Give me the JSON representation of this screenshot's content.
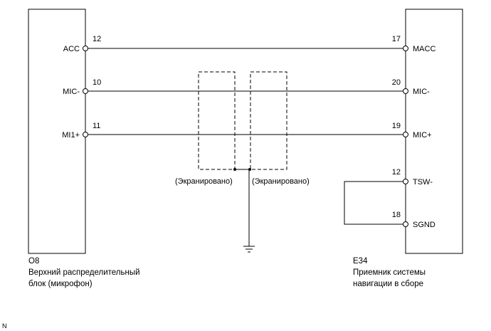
{
  "left_component": {
    "code": "O8",
    "name_line1": "Верхний распределительный",
    "name_line2": "блок (микрофон)",
    "terminals": [
      {
        "pin": "12",
        "signal": "ACC"
      },
      {
        "pin": "10",
        "signal": "MIC-"
      },
      {
        "pin": "11",
        "signal": "MI1+"
      }
    ]
  },
  "right_component": {
    "code": "E34",
    "name_line1": "Приемник системы",
    "name_line2": "навигации в сборе",
    "terminals": [
      {
        "pin": "17",
        "signal": "MACC"
      },
      {
        "pin": "20",
        "signal": "MIC-"
      },
      {
        "pin": "19",
        "signal": "MIC+"
      },
      {
        "pin": "12",
        "signal": "TSW-"
      },
      {
        "pin": "18",
        "signal": "SGND"
      }
    ]
  },
  "shields": [
    {
      "label": "(Экранировано)"
    },
    {
      "label": "(Экранировано)"
    }
  ],
  "corner_mark": "N"
}
